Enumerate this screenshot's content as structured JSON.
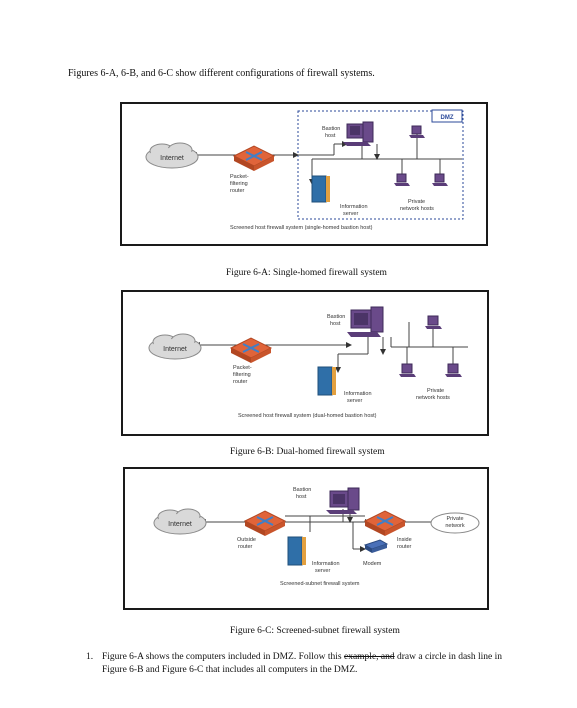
{
  "intro_text": "Figures 6-A, 6-B, and 6-C show different configurations of firewall systems.",
  "figure_a": {
    "caption": "Figure 6-A: Single-homed firewall system",
    "labels": {
      "internet": "Internet",
      "router": [
        "Packet-",
        "filtering",
        "router"
      ],
      "bastion": [
        "Bastion",
        "host"
      ],
      "dmz": "DMZ",
      "info": [
        "Information",
        "server"
      ],
      "private": [
        "Private",
        "network hosts"
      ],
      "system": "Screened host firewall system (single-homed bastion host)"
    }
  },
  "figure_b": {
    "caption": "Figure 6-B: Dual-homed firewall system",
    "labels": {
      "internet": "Internet",
      "router": [
        "Packet-",
        "filtering",
        "router"
      ],
      "bastion": [
        "Bastion",
        "host"
      ],
      "info": [
        "Information",
        "server"
      ],
      "private": [
        "Private",
        "network hosts"
      ],
      "system": "Screened host firewall system (dual-homed bastion host)"
    }
  },
  "figure_c": {
    "caption": "Figure 6-C: Screened-subnet firewall system",
    "labels": {
      "internet": "Internet",
      "outside_router": [
        "Outside",
        "router"
      ],
      "bastion": [
        "Bastion",
        "host"
      ],
      "inside_router": [
        "Inside",
        "router"
      ],
      "private": [
        "Private",
        "network"
      ],
      "info": [
        "Information",
        "server"
      ],
      "modem": "Modem",
      "system": "Screened-subnet firewall system"
    }
  },
  "question": {
    "number": "1.",
    "text_before": "Figure 6-A shows the computers included in DMZ. Follow this ",
    "text_struck": "example, and",
    "text_after": " draw a circle in dash line in Figure 6-B and Figure 6-C that includes all computers in the DMZ."
  },
  "colors": {
    "router": "#e0643a",
    "router_dark": "#b24722",
    "router_x": "#3f7fc8",
    "computer": "#6a4a8a",
    "computer_dark": "#3e2a58",
    "server": "#2f6fa8",
    "server_stripe": "#e2a040",
    "cloud": "#d9d9d9",
    "cloud_stroke": "#8a8a8a",
    "dmz_border": "#2b4a9a",
    "line": "#444444"
  }
}
